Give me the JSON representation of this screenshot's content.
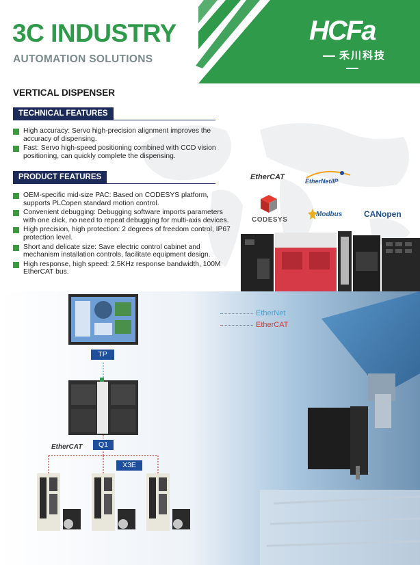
{
  "header": {
    "title": "3C INDUSTRY",
    "subtitle": "AUTOMATION SOLUTIONS",
    "brand_logo": "HCFA",
    "brand_cn": "禾川科技"
  },
  "product": {
    "name": "VERTICAL DISPENSER"
  },
  "technical": {
    "heading": "TECHNICAL FEATURES",
    "items": [
      "High accuracy: Servo high-precision alignment improves the accuracy of dispensing.",
      "Fast: Servo high-speed positioning combined with CCD vision positioning, can quickly complete the dispensing."
    ]
  },
  "productFeatures": {
    "heading": "PRODUCT FEATURES",
    "items": [
      "OEM-specific mid-size PAC: Based on CODESYS platform, supports PLCopen standard motion control.",
      "Convenient debugging: Debugging software imports parameters with one click, no need to repeat debugging for multi-axis devices.",
      "High precision, high protection: 2 degrees of freedom control, IP67 protection level.",
      "Short and delicate size: Save electric control cabinet and mechanism installation controls, facilitate equipment design.",
      "High response, high speed: 2.5KHz response bandwidth, 100M EtherCAT bus."
    ]
  },
  "protocols": {
    "ethercat": "EtherCAT",
    "ethernetip": "EtherNet/IP",
    "codesys": "CODESYS",
    "modbus": "Modbus",
    "canopen": "CANopen"
  },
  "diagram": {
    "legend_ethernet": "EtherNet",
    "legend_ethercat": "EtherCAT",
    "tp_label": "TP",
    "q1_label": "Q1",
    "x3e_label": "X3E",
    "ethercat_logo": "EtherCAT"
  },
  "colors": {
    "brand_green": "#2e9a4a",
    "navy": "#1d2b5a",
    "ethernet_line": "#3aa7d8",
    "ethercat_line": "#d9342b"
  }
}
